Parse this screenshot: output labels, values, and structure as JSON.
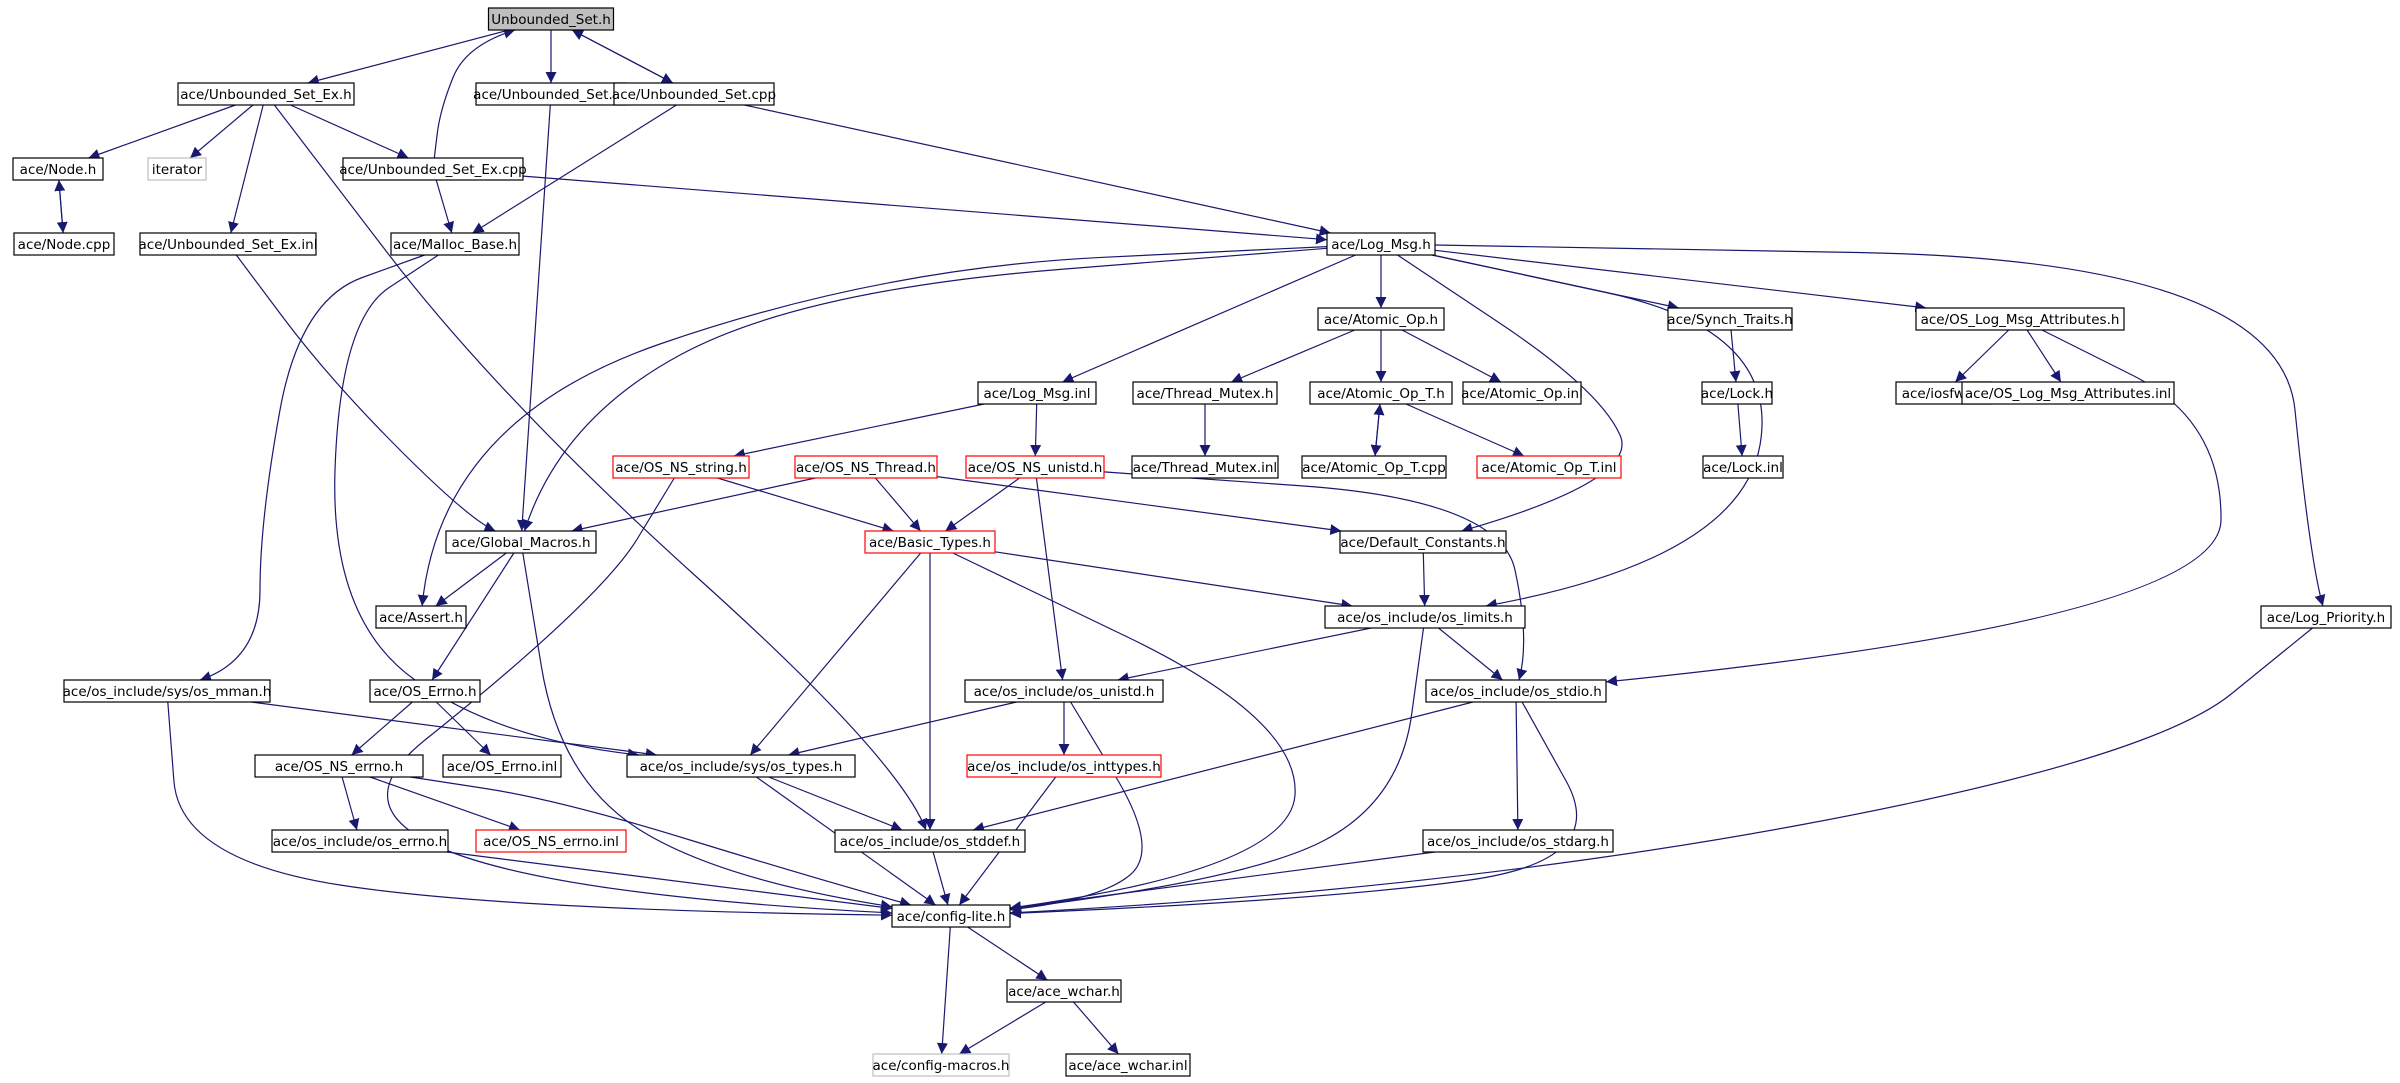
{
  "diagram": {
    "colors": {
      "edge": "#191970",
      "node_border": "#000000",
      "root_fill": "#bfbfbf",
      "incomplete_border": "#ff0000",
      "external_border": "#bfbfbf",
      "text": "#000000"
    },
    "nodes": [
      {
        "id": "n0",
        "label": "Unbounded_Set.h",
        "style": "root"
      },
      {
        "id": "n1",
        "label": "ace/Unbounded_Set_Ex.h",
        "style": "normal"
      },
      {
        "id": "n2",
        "label": "ace/Unbounded_Set.inl",
        "style": "normal"
      },
      {
        "id": "n3",
        "label": "ace/Unbounded_Set.cpp",
        "style": "normal"
      },
      {
        "id": "n4",
        "label": "ace/Node.h",
        "style": "normal"
      },
      {
        "id": "n5",
        "label": "iterator",
        "style": "external"
      },
      {
        "id": "n6",
        "label": "ace/Unbounded_Set_Ex.cpp",
        "style": "normal"
      },
      {
        "id": "n7",
        "label": "ace/Node.cpp",
        "style": "normal"
      },
      {
        "id": "n8",
        "label": "ace/Unbounded_Set_Ex.inl",
        "style": "normal"
      },
      {
        "id": "n9",
        "label": "ace/Malloc_Base.h",
        "style": "normal"
      },
      {
        "id": "n10",
        "label": "ace/Log_Msg.h",
        "style": "normal"
      },
      {
        "id": "n11",
        "label": "ace/Atomic_Op.h",
        "style": "normal"
      },
      {
        "id": "n12",
        "label": "ace/Synch_Traits.h",
        "style": "normal"
      },
      {
        "id": "n13",
        "label": "ace/OS_Log_Msg_Attributes.h",
        "style": "normal"
      },
      {
        "id": "n14",
        "label": "ace/Log_Msg.inl",
        "style": "normal"
      },
      {
        "id": "n15",
        "label": "ace/Thread_Mutex.h",
        "style": "normal"
      },
      {
        "id": "n16",
        "label": "ace/Atomic_Op_T.h",
        "style": "normal"
      },
      {
        "id": "n17",
        "label": "ace/Atomic_Op.inl",
        "style": "normal"
      },
      {
        "id": "n18",
        "label": "ace/Lock.h",
        "style": "normal"
      },
      {
        "id": "n19",
        "label": "ace/iosfwd.h",
        "style": "normal"
      },
      {
        "id": "n20",
        "label": "ace/OS_Log_Msg_Attributes.inl",
        "style": "normal"
      },
      {
        "id": "n21",
        "label": "ace/OS_NS_string.h",
        "style": "incomplete"
      },
      {
        "id": "n22",
        "label": "ace/OS_NS_Thread.h",
        "style": "incomplete"
      },
      {
        "id": "n23",
        "label": "ace/OS_NS_unistd.h",
        "style": "incomplete"
      },
      {
        "id": "n24",
        "label": "ace/Thread_Mutex.inl",
        "style": "normal"
      },
      {
        "id": "n25",
        "label": "ace/Atomic_Op_T.cpp",
        "style": "normal"
      },
      {
        "id": "n26",
        "label": "ace/Atomic_Op_T.inl",
        "style": "incomplete"
      },
      {
        "id": "n27",
        "label": "ace/Lock.inl",
        "style": "normal"
      },
      {
        "id": "n28",
        "label": "ace/Global_Macros.h",
        "style": "normal"
      },
      {
        "id": "n29",
        "label": "ace/Basic_Types.h",
        "style": "incomplete"
      },
      {
        "id": "n30",
        "label": "ace/Default_Constants.h",
        "style": "normal"
      },
      {
        "id": "n31",
        "label": "ace/Assert.h",
        "style": "normal"
      },
      {
        "id": "n32",
        "label": "ace/os_include/os_limits.h",
        "style": "normal"
      },
      {
        "id": "n33",
        "label": "ace/Log_Priority.h",
        "style": "normal"
      },
      {
        "id": "n34",
        "label": "ace/os_include/sys/os_mman.h",
        "style": "normal"
      },
      {
        "id": "n35",
        "label": "ace/OS_Errno.h",
        "style": "normal"
      },
      {
        "id": "n36",
        "label": "ace/os_include/os_unistd.h",
        "style": "normal"
      },
      {
        "id": "n37",
        "label": "ace/os_include/os_stdio.h",
        "style": "normal"
      },
      {
        "id": "n38",
        "label": "ace/OS_NS_errno.h",
        "style": "normal"
      },
      {
        "id": "n39",
        "label": "ace/OS_Errno.inl",
        "style": "normal"
      },
      {
        "id": "n40",
        "label": "ace/os_include/sys/os_types.h",
        "style": "normal"
      },
      {
        "id": "n41",
        "label": "ace/os_include/os_inttypes.h",
        "style": "incomplete"
      },
      {
        "id": "n42",
        "label": "ace/os_include/os_errno.h",
        "style": "normal"
      },
      {
        "id": "n43",
        "label": "ace/OS_NS_errno.inl",
        "style": "incomplete"
      },
      {
        "id": "n44",
        "label": "ace/os_include/os_stddef.h",
        "style": "normal"
      },
      {
        "id": "n45",
        "label": "ace/os_include/os_stdarg.h",
        "style": "normal"
      },
      {
        "id": "n46",
        "label": "ace/config-lite.h",
        "style": "normal"
      },
      {
        "id": "n47",
        "label": "ace/ace_wchar.h",
        "style": "normal"
      },
      {
        "id": "n48",
        "label": "ace/config-macros.h",
        "style": "external"
      },
      {
        "id": "n49",
        "label": "ace/ace_wchar.inl",
        "style": "normal"
      }
    ],
    "edges": [
      [
        "n0",
        "n1"
      ],
      [
        "n0",
        "n2"
      ],
      [
        "n0",
        "n3"
      ],
      [
        "n1",
        "n4"
      ],
      [
        "n1",
        "n5"
      ],
      [
        "n1",
        "n8"
      ],
      [
        "n1",
        "n6"
      ],
      [
        "n1",
        "n44"
      ],
      [
        "n4",
        "n7"
      ],
      [
        "n7",
        "n4"
      ],
      [
        "n6",
        "n0"
      ],
      [
        "n6",
        "n9"
      ],
      [
        "n6",
        "n10"
      ],
      [
        "n3",
        "n0"
      ],
      [
        "n3",
        "n9"
      ],
      [
        "n3",
        "n10"
      ],
      [
        "n2",
        "n28"
      ],
      [
        "n8",
        "n28"
      ],
      [
        "n9",
        "n34"
      ],
      [
        "n9",
        "n40"
      ],
      [
        "n10",
        "n11"
      ],
      [
        "n10",
        "n12"
      ],
      [
        "n10",
        "n13"
      ],
      [
        "n10",
        "n33"
      ],
      [
        "n10",
        "n14"
      ],
      [
        "n10",
        "n28"
      ],
      [
        "n10",
        "n31"
      ],
      [
        "n10",
        "n30"
      ],
      [
        "n10",
        "n32"
      ],
      [
        "n11",
        "n15"
      ],
      [
        "n11",
        "n16"
      ],
      [
        "n11",
        "n17"
      ],
      [
        "n12",
        "n18"
      ],
      [
        "n18",
        "n27"
      ],
      [
        "n13",
        "n19"
      ],
      [
        "n13",
        "n20"
      ],
      [
        "n13",
        "n37"
      ],
      [
        "n14",
        "n21"
      ],
      [
        "n14",
        "n23"
      ],
      [
        "n15",
        "n24"
      ],
      [
        "n16",
        "n25"
      ],
      [
        "n25",
        "n16"
      ],
      [
        "n16",
        "n26"
      ],
      [
        "n21",
        "n29"
      ],
      [
        "n21",
        "n46"
      ],
      [
        "n22",
        "n28"
      ],
      [
        "n22",
        "n29"
      ],
      [
        "n22",
        "n30"
      ],
      [
        "n23",
        "n29"
      ],
      [
        "n23",
        "n36"
      ],
      [
        "n23",
        "n37"
      ],
      [
        "n28",
        "n31"
      ],
      [
        "n28",
        "n35"
      ],
      [
        "n28",
        "n46"
      ],
      [
        "n29",
        "n32"
      ],
      [
        "n29",
        "n40"
      ],
      [
        "n29",
        "n44"
      ],
      [
        "n29",
        "n46"
      ],
      [
        "n30",
        "n32"
      ],
      [
        "n32",
        "n36"
      ],
      [
        "n32",
        "n37"
      ],
      [
        "n32",
        "n46"
      ],
      [
        "n33",
        "n46"
      ],
      [
        "n34",
        "n40"
      ],
      [
        "n34",
        "n46"
      ],
      [
        "n35",
        "n38"
      ],
      [
        "n35",
        "n39"
      ],
      [
        "n36",
        "n40"
      ],
      [
        "n36",
        "n41"
      ],
      [
        "n36",
        "n46"
      ],
      [
        "n37",
        "n44"
      ],
      [
        "n37",
        "n45"
      ],
      [
        "n37",
        "n46"
      ],
      [
        "n38",
        "n42"
      ],
      [
        "n38",
        "n43"
      ],
      [
        "n38",
        "n46"
      ],
      [
        "n40",
        "n44"
      ],
      [
        "n40",
        "n46"
      ],
      [
        "n41",
        "n46"
      ],
      [
        "n42",
        "n46"
      ],
      [
        "n44",
        "n46"
      ],
      [
        "n45",
        "n46"
      ],
      [
        "n46",
        "n47"
      ],
      [
        "n46",
        "n48"
      ],
      [
        "n47",
        "n48"
      ],
      [
        "n47",
        "n49"
      ]
    ]
  }
}
